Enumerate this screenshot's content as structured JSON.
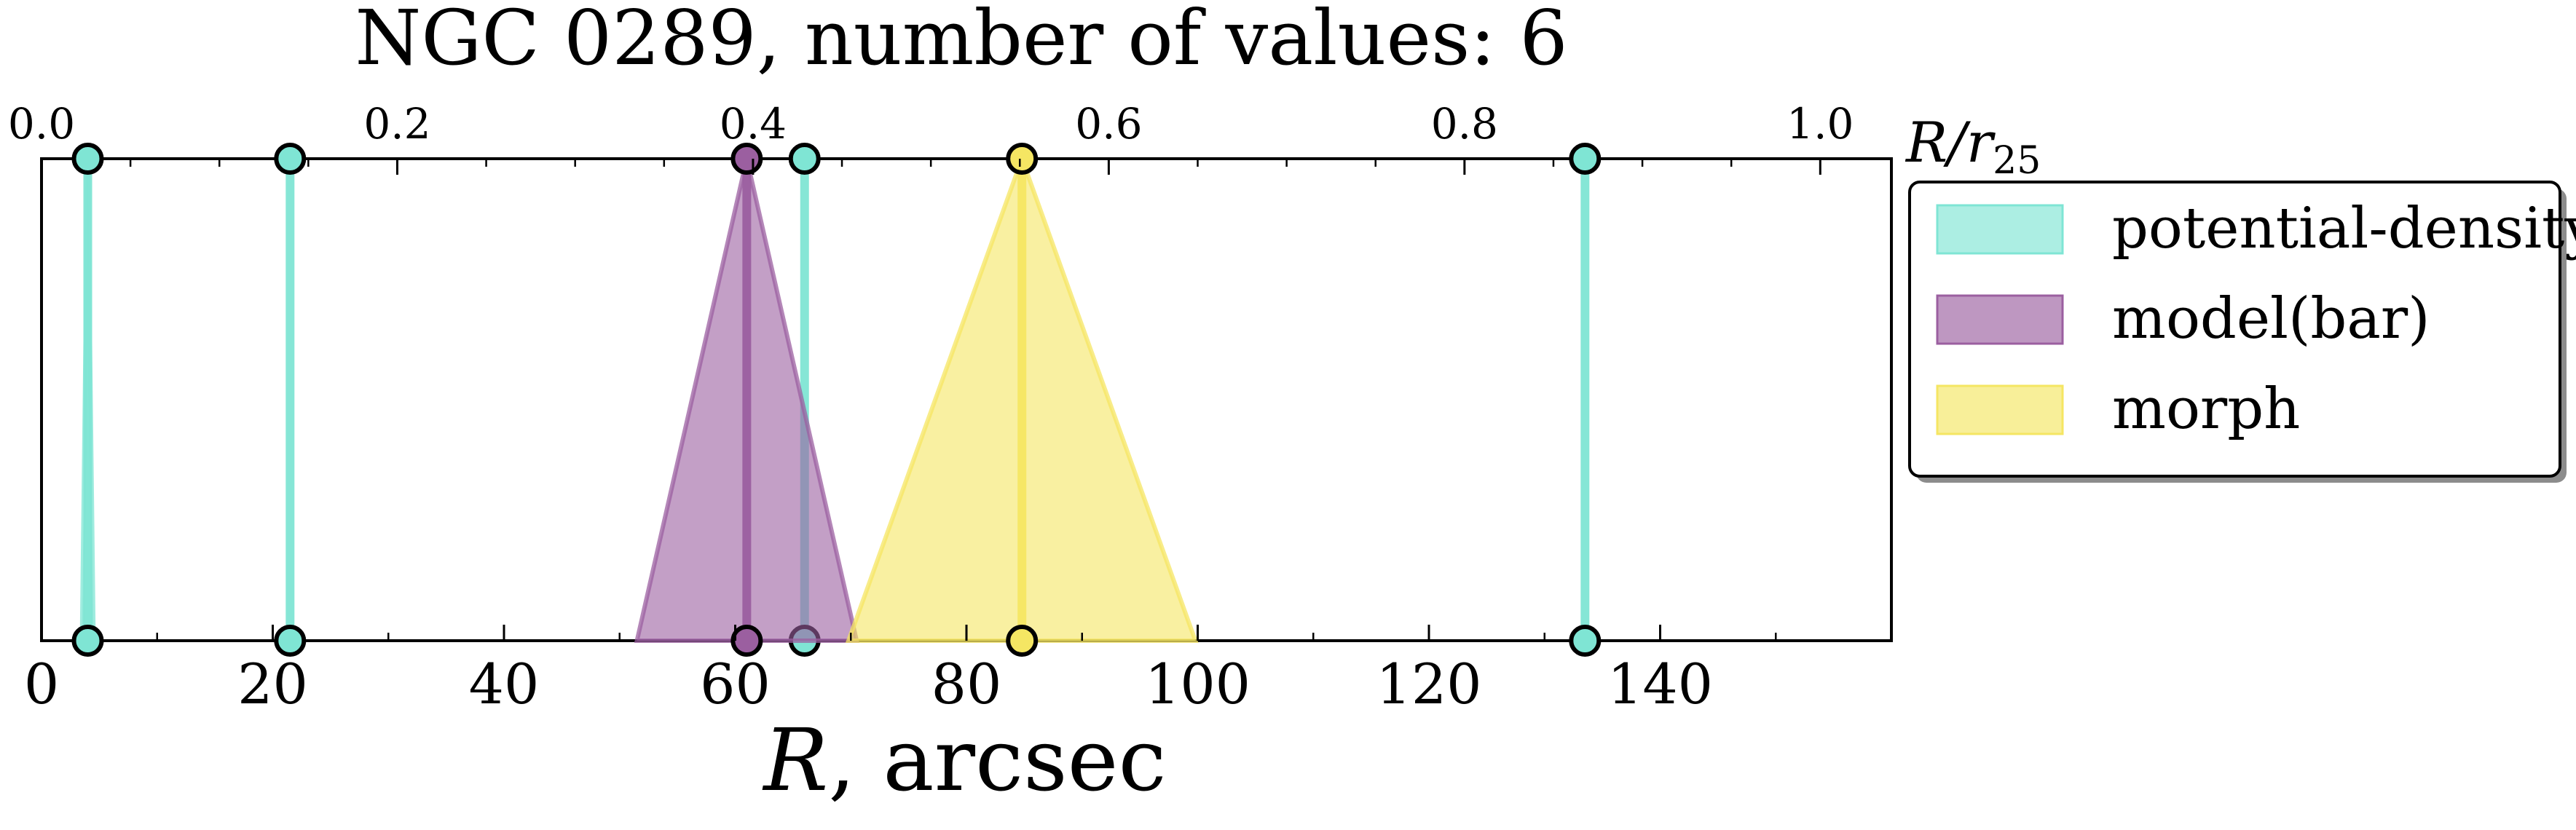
{
  "chart_data": {
    "type": "area",
    "title": "NGC 0289, number of values: 6",
    "xlabel": "R, arcsec",
    "xlabel_top": "R/r25",
    "xlim": [
      0,
      160
    ],
    "ylim": [
      0,
      1
    ],
    "x_ticks": [
      0,
      20,
      40,
      60,
      80,
      100,
      120,
      140
    ],
    "x_tick_labels": [
      "0",
      "20",
      "40",
      "60",
      "80",
      "100",
      "120",
      "140"
    ],
    "top_ticks": [
      0.0,
      0.2,
      0.4,
      0.6,
      0.8,
      1.0
    ],
    "top_tick_labels": [
      "0.0",
      "0.2",
      "0.4",
      "0.6",
      "0.8",
      "1.0"
    ],
    "top_xlim": [
      0.0,
      1.04
    ],
    "legend_position": "outside-right-top",
    "series": [
      {
        "name": "potential-density",
        "color": "#7fe5d4",
        "values": [
          {
            "r": 4.0,
            "err": 0.5
          },
          {
            "r": 21.5,
            "err": 0
          },
          {
            "r": 66.0,
            "err": 0
          },
          {
            "r": 133.5,
            "err": 0
          }
        ]
      },
      {
        "name": "model(bar)",
        "color": "#9b5fa0",
        "values": [
          {
            "r": 61.0,
            "err": 9.5
          }
        ]
      },
      {
        "name": "morph",
        "color": "#f5e663",
        "values": [
          {
            "r": 84.8,
            "err": 15.0
          }
        ]
      }
    ]
  }
}
